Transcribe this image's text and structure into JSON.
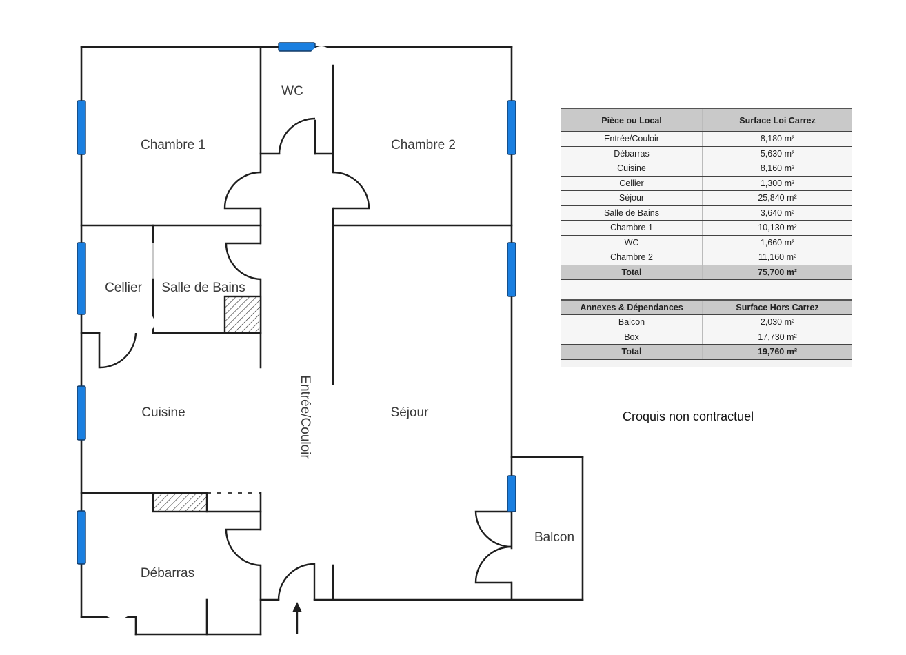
{
  "plan": {
    "rooms": {
      "chambre1": "Chambre 1",
      "wc": "WC",
      "chambre2": "Chambre 2",
      "cellier": "Cellier",
      "salle_de_bains": "Salle de Bains",
      "cuisine": "Cuisine",
      "couloir": "Entrée/Couloir",
      "sejour": "Séjour",
      "debarras": "Débarras",
      "balcon": "Balcon"
    },
    "window_color": "#1a7fe0",
    "entrance_arrow": "arrow-up-icon"
  },
  "surface_table": {
    "header": {
      "room": "Pièce ou Local",
      "surface": "Surface Loi Carrez"
    },
    "rows": [
      {
        "room": "Entrée/Couloir",
        "surface": "8,180 m²"
      },
      {
        "room": "Débarras",
        "surface": "5,630 m²"
      },
      {
        "room": "Cuisine",
        "surface": "8,160 m²"
      },
      {
        "room": "Cellier",
        "surface": "1,300 m²"
      },
      {
        "room": "Séjour",
        "surface": "25,840 m²"
      },
      {
        "room": "Salle de Bains",
        "surface": "3,640 m²"
      },
      {
        "room": "Chambre 1",
        "surface": "10,130 m²"
      },
      {
        "room": "WC",
        "surface": "1,660 m²"
      },
      {
        "room": "Chambre 2",
        "surface": "11,160 m²"
      }
    ],
    "total": {
      "label": "Total",
      "surface": "75,700 m²"
    }
  },
  "annex_table": {
    "header": {
      "room": "Annexes & Dépendances",
      "surface": "Surface Hors Carrez"
    },
    "rows": [
      {
        "room": "Balcon",
        "surface": "2,030 m²"
      },
      {
        "room": "Box",
        "surface": "17,730 m²"
      }
    ],
    "total": {
      "label": "Total",
      "surface": "19,760 m²"
    }
  },
  "note": "Croquis non contractuel"
}
